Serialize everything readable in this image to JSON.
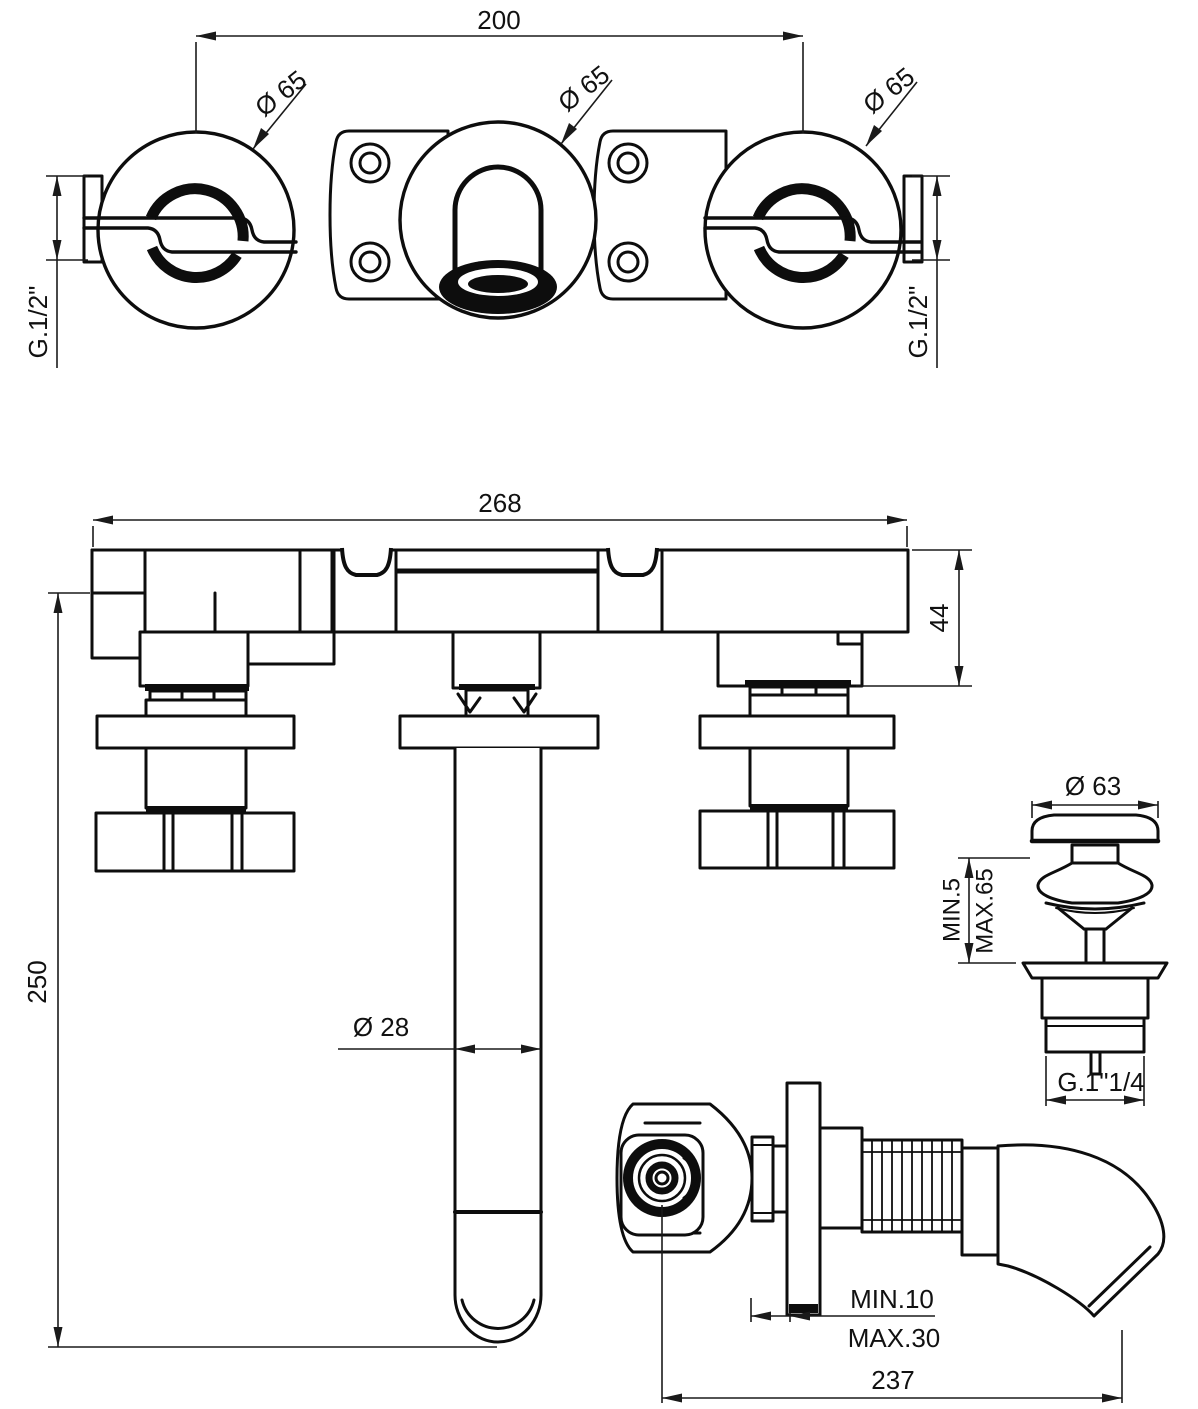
{
  "drawing": {
    "top_view": {
      "dim_spacing": "200",
      "dia_left": "Ø 65",
      "dia_center": "Ø 65",
      "dia_right": "Ø 65",
      "thread_left": "G.1/2\"",
      "thread_right": "G.1/2\""
    },
    "front_view": {
      "dim_width": "268",
      "dim_body_depth": "44",
      "dim_height": "250",
      "dim_spout_dia": "Ø 28"
    },
    "drain_detail": {
      "dim_cap_dia": "Ø 63",
      "dim_min_thickness": "MIN.5",
      "dim_max_thickness": "MAX.65",
      "thread": "G.1\"1/4"
    },
    "side_view": {
      "dim_wall_min": "MIN.10",
      "dim_wall_max": "MAX.30",
      "dim_projection": "237"
    }
  }
}
